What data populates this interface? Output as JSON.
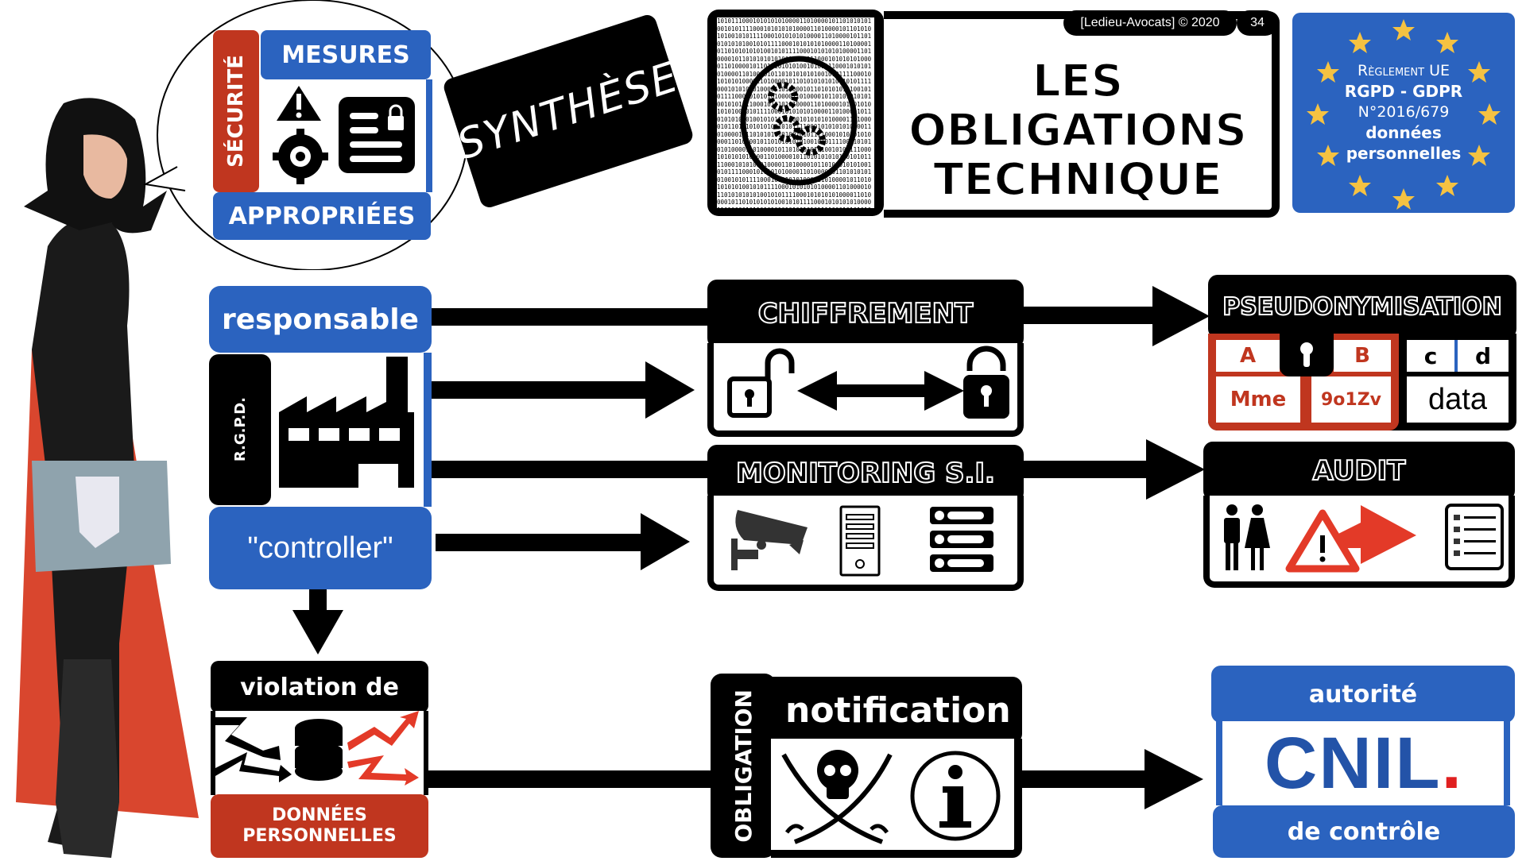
{
  "slide": {
    "copyright": "[Ledieu-Avocats] © 2020",
    "page_number": "34"
  },
  "speech_bubble": {
    "side_label": "SÉCURITÉ",
    "top_label": "MESURES",
    "bottom_label": "APPROPRIÉES"
  },
  "synthese_badge": "SYNTHÈSE",
  "title": {
    "line1": "LES",
    "line2": "OBLIGATIONS",
    "line3": "TECHNIQUE"
  },
  "eu_badge": {
    "line1": "Règlement UE",
    "line2": "RGPD - GDPR",
    "line3": "N°2016/679",
    "line4": "données",
    "line5": "personnelles"
  },
  "controller_box": {
    "top_label": "responsable",
    "side_label": "R.G.P.D.",
    "bottom_label": "\"controller\""
  },
  "chiffrement": {
    "title": "CHIFFREMENT"
  },
  "monitoring": {
    "title": "MONITORING S.I."
  },
  "pseudonymisation": {
    "title": "PSEUDONYMISATION",
    "cells": {
      "a": "A",
      "b": "B",
      "c": "c",
      "d": "d",
      "mme": "Mme",
      "code": "9o1Zv",
      "data": "data"
    }
  },
  "audit": {
    "title": "AUDIT"
  },
  "violation": {
    "top_label": "violation de",
    "bottom_label_1": "DONNÉES",
    "bottom_label_2": "PERSONNELLES"
  },
  "notification": {
    "side_label": "OBLIGATION",
    "title": "notification"
  },
  "cnil": {
    "top_label": "autorité",
    "logo_text": "CNIL",
    "logo_dot": ".",
    "bottom_label": "de contrôle"
  },
  "colors": {
    "blue": "#2b63bf",
    "red": "#c0361f",
    "black": "#000000",
    "eu_star": "#f5c242",
    "cnil_dot": "#e02020"
  }
}
